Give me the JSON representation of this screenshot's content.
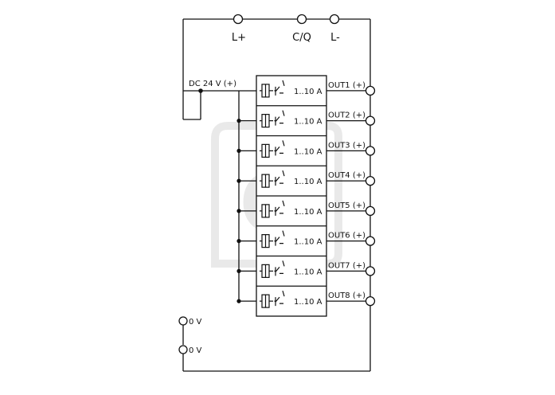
{
  "terminals_top": [
    "L+",
    "C/Q",
    "L-"
  ],
  "supply_label": "DC 24 V (+)",
  "channels": [
    {
      "rating": "1..10 A",
      "output": "OUT1 (+)"
    },
    {
      "rating": "1..10 A",
      "output": "OUT2 (+)"
    },
    {
      "rating": "1..10 A",
      "output": "OUT3 (+)"
    },
    {
      "rating": "1..10 A",
      "output": "OUT4 (+)"
    },
    {
      "rating": "1..10 A",
      "output": "OUT5 (+)"
    },
    {
      "rating": "1..10 A",
      "output": "OUT6 (+)"
    },
    {
      "rating": "1..10 A",
      "output": "OUT7 (+)"
    },
    {
      "rating": "1..10 A",
      "output": "OUT8 (+)"
    }
  ],
  "ground_terminals": [
    "0 V",
    "0 V"
  ],
  "watermark_glyph": "e"
}
